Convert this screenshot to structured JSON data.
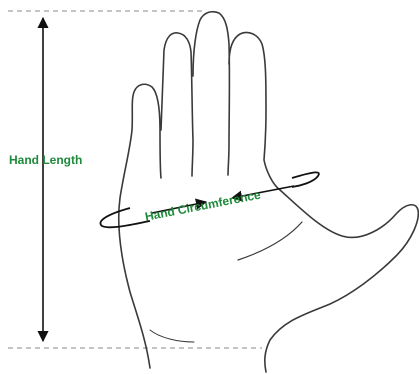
{
  "labels": {
    "hand_length": "Hand Length",
    "hand_circumference": "Hand Circumference"
  },
  "colors": {
    "label": "#1f8a3a",
    "outline": "#3a3a3a",
    "guide": "#888888",
    "arrow": "#111111"
  },
  "icons": {
    "hand": "hand-outline",
    "length_arrow": "double-headed-vertical-arrow",
    "circumference_arrow": "curved-double-headed-arrow"
  }
}
